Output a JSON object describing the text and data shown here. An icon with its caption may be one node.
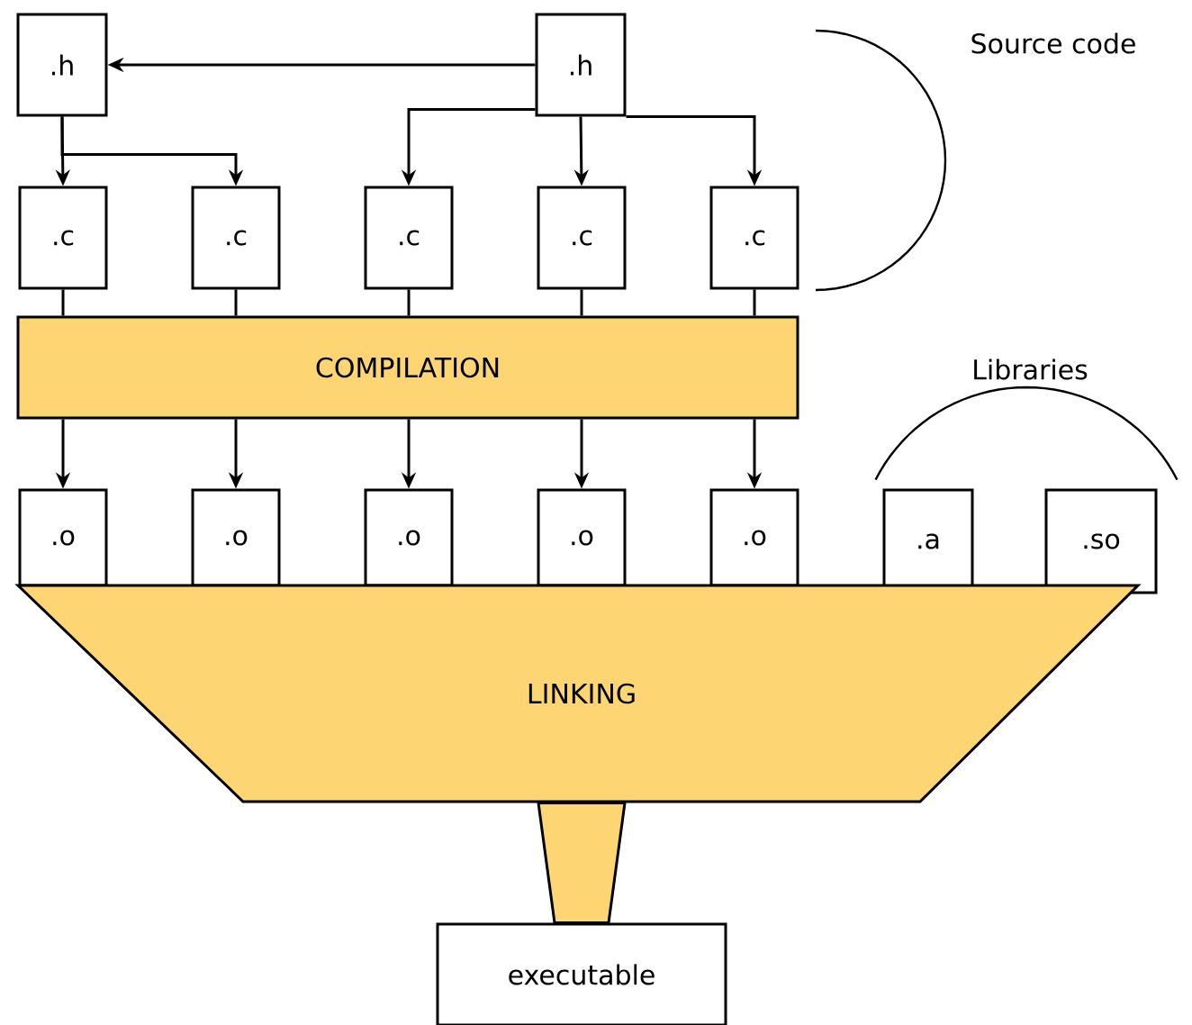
{
  "diagram": {
    "nodes": [
      {
        "text": [
          ".h"
        ]
      },
      {
        "text": [
          ".h"
        ]
      },
      {
        "text": [
          ".c"
        ]
      },
      {
        "text": [
          ".c"
        ]
      },
      {
        "text": [
          ".c"
        ]
      },
      {
        "text": [
          ".c"
        ]
      },
      {
        "text": [
          ".c"
        ]
      },
      {
        "text": [
          "COMPILATION"
        ]
      },
      {
        "text": [
          ".o"
        ]
      },
      {
        "text": [
          ".o"
        ]
      },
      {
        "text": [
          ".o"
        ]
      },
      {
        "text": [
          ".o"
        ]
      },
      {
        "text": [
          ".o"
        ]
      },
      {
        "text": [
          ".a"
        ]
      },
      {
        "text": [
          ".so"
        ]
      },
      {
        "text": [
          "LINKING"
        ]
      },
      {
        "text": [
          "executable"
        ]
      }
    ],
    "edges": [
      {
        "from": 1,
        "to": 0,
        "arrow": "to"
      },
      {
        "from": 0,
        "to": 2,
        "arrow": "to"
      },
      {
        "from": 0,
        "to": 3,
        "arrow": "to"
      },
      {
        "from": 1,
        "to": 4,
        "arrow": "to"
      },
      {
        "from": 1,
        "to": 5,
        "arrow": "to"
      },
      {
        "from": 1,
        "to": 6,
        "arrow": "to"
      },
      {
        "from": 2,
        "to": 7,
        "arrow": "none"
      },
      {
        "from": 3,
        "to": 7,
        "arrow": "none"
      },
      {
        "from": 4,
        "to": 7,
        "arrow": "none"
      },
      {
        "from": 5,
        "to": 7,
        "arrow": "none"
      },
      {
        "from": 6,
        "to": 7,
        "arrow": "none"
      },
      {
        "from": 7,
        "to": 8,
        "arrow": "to"
      },
      {
        "from": 7,
        "to": 9,
        "arrow": "to"
      },
      {
        "from": 7,
        "to": 10,
        "arrow": "to"
      },
      {
        "from": 7,
        "to": 11,
        "arrow": "to"
      },
      {
        "from": 7,
        "to": 12,
        "arrow": "to"
      },
      {
        "from": 15,
        "to": 16,
        "arrow": "none"
      }
    ],
    "labels": [
      "Source code",
      "Libraries"
    ]
  }
}
